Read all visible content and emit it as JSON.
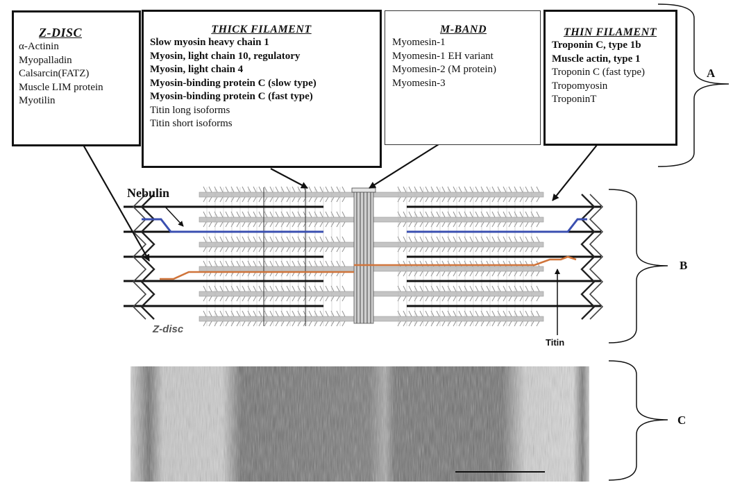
{
  "boxes": {
    "z_disc": {
      "title": "Z-DISC",
      "items": [
        {
          "text": "α-Actinin",
          "bold": false
        },
        {
          "text": "Myopalladin",
          "bold": false
        },
        {
          "text": "Calsarcin(FATZ)",
          "bold": false
        },
        {
          "text": "Muscle LIM protein",
          "bold": false
        },
        {
          "text": "Myotilin",
          "bold": false
        }
      ]
    },
    "thick_filament": {
      "title": "THICK FILAMENT",
      "items": [
        {
          "text": "Slow myosin heavy chain 1",
          "bold": true
        },
        {
          "text": "Myosin, light chain 10, regulatory",
          "bold": true
        },
        {
          "text": "Myosin, light chain 4",
          "bold": true
        },
        {
          "text": "Myosin-binding protein C (slow type)",
          "bold": true
        },
        {
          "text": "Myosin-binding protein C (fast type)",
          "bold": true
        },
        {
          "text": "Titin long isoforms",
          "bold": false
        },
        {
          "text": "Titin short isoforms",
          "bold": false
        }
      ]
    },
    "m_band": {
      "title": "M-BAND",
      "items": [
        {
          "text": "Myomesin-1",
          "bold": false
        },
        {
          "text": "Myomesin-1 EH variant",
          "bold": false
        },
        {
          "text": "Myomesin-2 (M protein)",
          "bold": false
        },
        {
          "text": "Myomesin-3",
          "bold": false
        }
      ]
    },
    "thin_filament": {
      "title": "THIN FILAMENT",
      "items": [
        {
          "text": "Troponin C, type 1b",
          "bold": true
        },
        {
          "text": "Muscle actin, type 1",
          "bold": true
        },
        {
          "text": "Troponin C (fast type)",
          "bold": false
        },
        {
          "text": "Tropomyosin",
          "bold": false
        },
        {
          "text": "TroponinT",
          "bold": false
        }
      ]
    }
  },
  "labels": {
    "nebulin": "Nebulin",
    "z_disc": "Z-disc",
    "titin": "Titin",
    "bracket_a": "A",
    "bracket_b": "B",
    "bracket_c": "C"
  },
  "colors": {
    "nebulin": "#3a4fb0",
    "titin": "#d0743a",
    "thin_filament": "#111111",
    "thick_filament": "#c4c4c4",
    "micrograph_base": "#8a8a8a"
  }
}
